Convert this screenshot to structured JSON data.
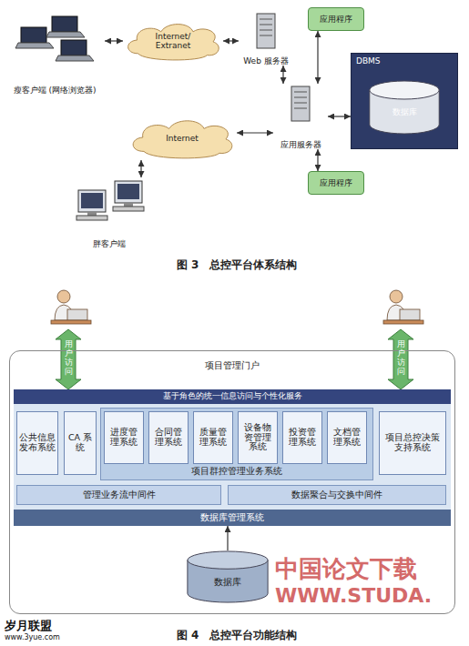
{
  "diagram": {
    "nodes": [
      {
        "text": [
          "瘦客户端 (网络浏览器)"
        ]
      },
      {
        "text": [
          "Internet/ Extranet"
        ]
      },
      {
        "text": [
          "Web 服务器"
        ]
      },
      {
        "text": [
          "应用程序"
        ]
      },
      {
        "text": [
          "应用服务器"
        ]
      },
      {
        "text": [
          "DBMS"
        ]
      },
      {
        "text": [
          "数据库"
        ],
        "in": 5
      },
      {
        "text": [
          "Internet"
        ]
      },
      {
        "text": [
          "胖客户端"
        ]
      },
      {
        "text": [
          "应用程序"
        ]
      },
      {
        "text": [
          "项目管理门户"
        ]
      },
      {
        "text": [
          "基于角色的统一信息访问与个性化服务"
        ],
        "in": 10
      },
      {
        "text": [
          "公共信息发布系统"
        ],
        "in": 10
      },
      {
        "text": [
          "CA 系统"
        ],
        "in": 10
      },
      {
        "text": [
          "项目群控管理业务系统"
        ],
        "in": 10
      },
      {
        "text": [
          "进度管理系统"
        ],
        "in": 14
      },
      {
        "text": [
          "合同管理系统"
        ],
        "in": 14
      },
      {
        "text": [
          "质量管理系统"
        ],
        "in": 14
      },
      {
        "text": [
          "设备物资管理系统"
        ],
        "in": 14
      },
      {
        "text": [
          "投资管理系统"
        ],
        "in": 14
      },
      {
        "text": [
          "文档管理系统"
        ],
        "in": 14
      },
      {
        "text": [
          "项目总控决策支持系统"
        ],
        "in": 10
      },
      {
        "text": [
          "管理业务流中间件"
        ],
        "in": 10
      },
      {
        "text": [
          "数据聚合与交换中间件"
        ],
        "in": 10
      },
      {
        "text": [
          "数据库管理系统"
        ],
        "in": 10
      },
      {
        "text": [
          "数据库"
        ],
        "in": 10
      }
    ],
    "edges": [
      {
        "from": 0,
        "to": 1,
        "arrow": "both"
      },
      {
        "from": 1,
        "to": 2,
        "arrow": "both"
      },
      {
        "from": 2,
        "to": 4,
        "arrow": "both"
      },
      {
        "from": 4,
        "to": 3,
        "arrow": "both"
      },
      {
        "from": 4,
        "to": 5,
        "arrow": "both"
      },
      {
        "from": 4,
        "to": 9,
        "arrow": "both"
      },
      {
        "from": 4,
        "to": 7,
        "arrow": "both"
      },
      {
        "from": 7,
        "to": 8,
        "arrow": "both"
      },
      {
        "from": 25,
        "to": 24,
        "arrow": "to"
      }
    ],
    "labels": [
      "图 3　总控平台体系结构",
      "用户访问",
      "用户访问",
      "图 4　总控平台功能结构",
      "中国论文下载",
      "WWW.STUDA.",
      "岁月联盟",
      "www.3yue.com"
    ]
  }
}
